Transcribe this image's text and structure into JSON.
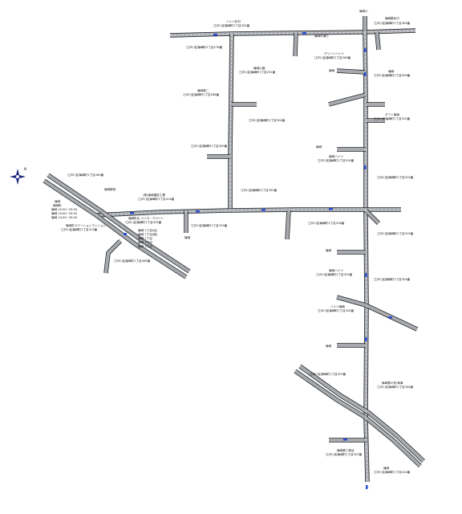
{
  "labels": {
    "top_left_name": "ハイツ杉村",
    "top_left_addr": "江戸川区篠崎町1丁目342番",
    "top_mid_name": "篠崎小",
    "top_road": "篠崎中通り",
    "top_right_name": "篠崎駅北口",
    "top_right_addr": "江戸川区篠崎町1丁目304番",
    "north_mid_name": "グリーンハイツ",
    "north_mid_addr": "江戸川区篠崎町1丁目306番",
    "left_top_addr": "江戸川区篠崎町1丁目276番",
    "center_top_name": "篠崎公園",
    "center_top_addr": "江戸川区篠崎町1丁目291番",
    "right_top_name": "篠崎",
    "right_top_addr": "江戸川区篠崎町1丁目309番",
    "right_side_a": "篠崎",
    "left_mid_name": "篠崎第二",
    "left_mid_addr": "江戸川区篠崎町1丁目286番",
    "center_mid_addr": "江戸川区篠崎町1丁目324番",
    "right_mid_name": "ギフト篠崎",
    "right_mid_addr": "江戸川区篠崎町1丁目319番",
    "left_lower_addr": "江戸川区篠崎町1丁目300番",
    "right_lower_name": "篠崎ハイツ",
    "right_lower_addr": "江戸川区篠崎町1丁目314番",
    "right_side_b": "篠崎",
    "far_left_addr": "江戸川区篠崎町1丁目269番",
    "right_far_addr": "江戸川区篠崎町1丁目315番",
    "bottom_center_addr": "江戸川区篠崎町1丁目332番",
    "left_junction_name": "篠崎駅前",
    "left_junction_a_name": "(株)篠崎建設工業",
    "left_junction_a_addr": "江戸川区篠崎町1丁目414番",
    "left_junction_b_name": "篠崎町北 ライズ・アパート",
    "left_junction_b_addr": "江戸川区篠崎町1丁目425番",
    "left_bottom_name": "篠崎",
    "main_road_addr": "江戸川区篠崎町1丁目315番",
    "far_left_box": "篠崎",
    "far_left_box_2": "篠崎町",
    "far_left_box_3": "篠崎 10:00~20:00",
    "far_left_box_4": "篠崎 10:00~20:00",
    "far_left_box_5": "篠崎 10:00~20:00",
    "diag_left_name": "篠崎町ステーションマンション",
    "diag_left_addr": "江戸川区篠崎町1丁目313番",
    "diag_bottom_addr": "江戸川区篠崎町1丁目465番",
    "info_box_1": "篠崎 1丁目(北)",
    "info_box_2": "篠崎 1丁目(南)",
    "info_box_3": "篠崎 1丁目",
    "info_box_4": "篠崎 1丁目",
    "info_box_5": "篠崎 1丁目",
    "right_col_a": "江戸川区篠崎町1丁目316番",
    "right_col_b_name": "篠崎ハイツ",
    "right_col_b_addr": "江戸川区篠崎町1丁目325番",
    "right_col_c": "江戸川区篠崎町1丁目324番",
    "right_col_d_name": "ハイツ篠崎",
    "right_col_d_addr": "江戸川区篠崎町1丁目326番",
    "right_col_e": "篠崎",
    "right_col_f": "篠崎",
    "bottom_diag_addr": "江戸川区篠崎町1丁目323番",
    "bottom_right_name": "篠崎第2(有)商事",
    "bottom_right_addr": "江戸川区篠崎町1丁目334番",
    "bottom_left_name": "篠崎第三商店",
    "bottom_left_addr": "江戸川区篠崎町1丁目322番",
    "bottom_right2_name": "篠崎",
    "bottom_right2_addr": "江戸川区篠崎町1丁目414番",
    "compass": "N"
  },
  "colors": {
    "road": "#a7abb0",
    "road_edge": "#222222",
    "car": "#2a4bd7",
    "compass": "#1a237e"
  }
}
